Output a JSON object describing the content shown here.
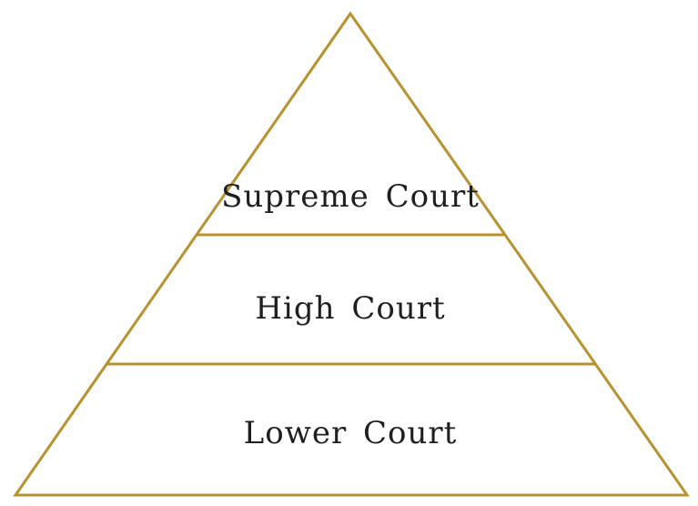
{
  "diagram": {
    "type": "pyramid",
    "line_color": "#b8922e",
    "text_color": "#1f1f1f",
    "tiers": [
      {
        "label": "Supreme Court"
      },
      {
        "label": "High Court"
      },
      {
        "label": "Lower Court"
      }
    ]
  }
}
